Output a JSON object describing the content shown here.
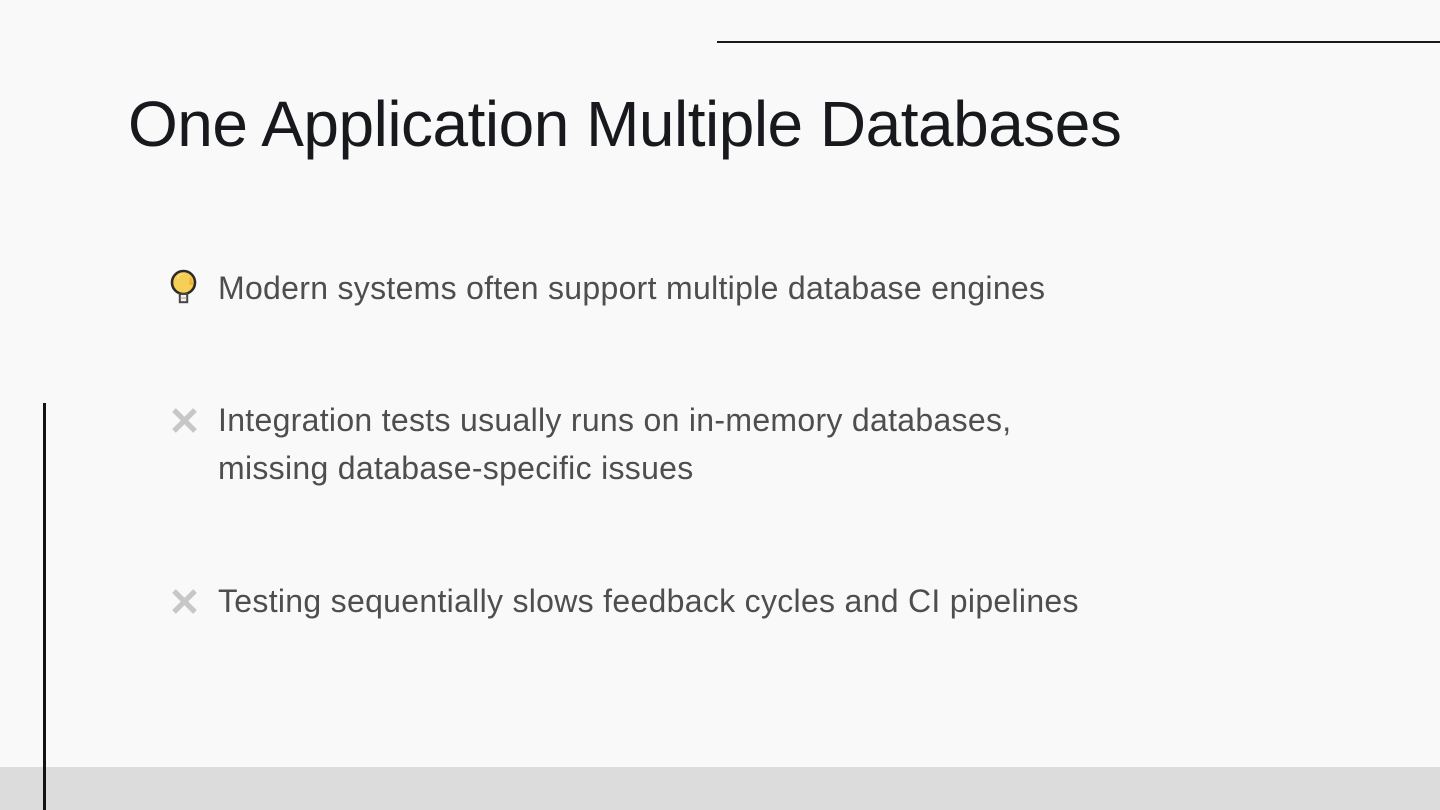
{
  "slide": {
    "title": "One Application Multiple Databases",
    "bullets": [
      {
        "icon": "lightbulb-icon",
        "text": "Modern systems often support multiple database engines"
      },
      {
        "icon": "cross-icon",
        "text": "Integration tests usually runs on in-memory databases,\nmissing database-specific issues"
      },
      {
        "icon": "cross-icon",
        "text": "Testing sequentially slows feedback cycles and CI pipelines"
      }
    ]
  },
  "colors": {
    "background": "#f9f9f9",
    "title_text": "#17191c",
    "body_text": "#4e4e4e",
    "rule_line": "#1a1a1a",
    "cross_icon": "#c7c7c7",
    "bulb_yellow": "#f6cf57",
    "bulb_highlight": "#fce394",
    "bulb_outline": "#2e2a26",
    "footer_bar": "#dcdcdc"
  }
}
